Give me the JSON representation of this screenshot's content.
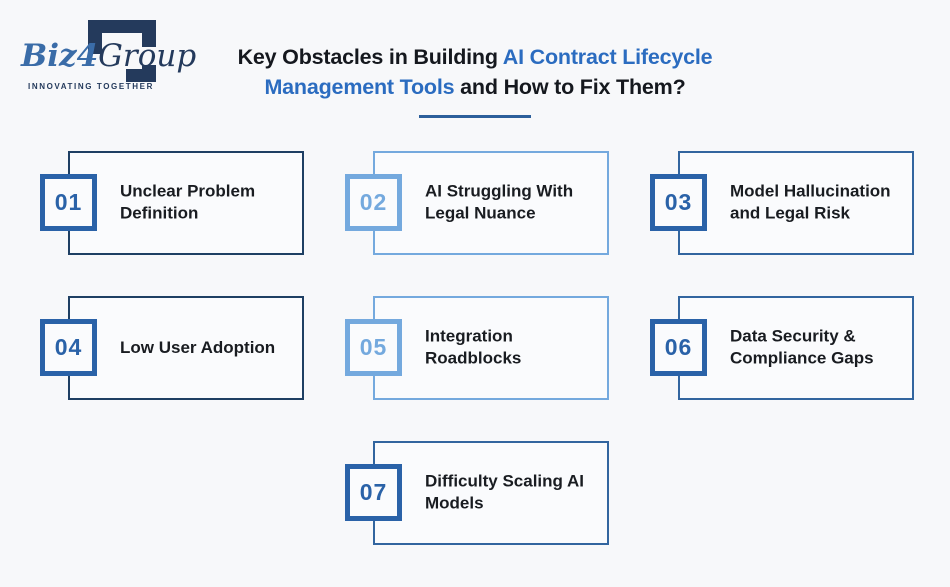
{
  "page": {
    "background": "#F7F8FA"
  },
  "logo": {
    "biz": "Biz",
    "four": "4",
    "group": "Group",
    "tagline": "INNOVATING TOGETHER"
  },
  "title": {
    "line1": [
      {
        "text": "Key Obstacles in Building "
      },
      {
        "text": "AI Contract Lifecycle"
      }
    ],
    "line2": [
      {
        "text": "Management Tools"
      },
      {
        "text": " and How to Fix Them?"
      }
    ]
  },
  "colors": {
    "title_dark": "#15181E",
    "title_blue": "#2B6CC0",
    "underline": "#2C5F9B",
    "logo_blue": "#3A6CA8",
    "logo_dark": "#243A5C",
    "card_text": "#191C21"
  },
  "variants": {
    "dark": {
      "border": "#1E3F63",
      "accent": "#2A62A8"
    },
    "medium": {
      "border": "#32659F",
      "accent": "#2A62A8"
    },
    "light": {
      "border": "#74A9DE",
      "accent": "#74A9DE"
    }
  },
  "cards": [
    {
      "number": "01",
      "label": "Unclear Problem Definition",
      "variant": "dark"
    },
    {
      "number": "02",
      "label": "AI Struggling With Legal Nuance",
      "variant": "light"
    },
    {
      "number": "03",
      "label": "Model Hallucination and Legal Risk",
      "variant": "medium"
    },
    {
      "number": "04",
      "label": "Low User Adoption",
      "variant": "dark"
    },
    {
      "number": "05",
      "label": "Integration Roadblocks",
      "variant": "light"
    },
    {
      "number": "06",
      "label": "Data Security & Compliance Gaps",
      "variant": "medium"
    },
    {
      "number": "07",
      "label": "Difficulty Scaling AI Models",
      "variant": "medium"
    }
  ]
}
